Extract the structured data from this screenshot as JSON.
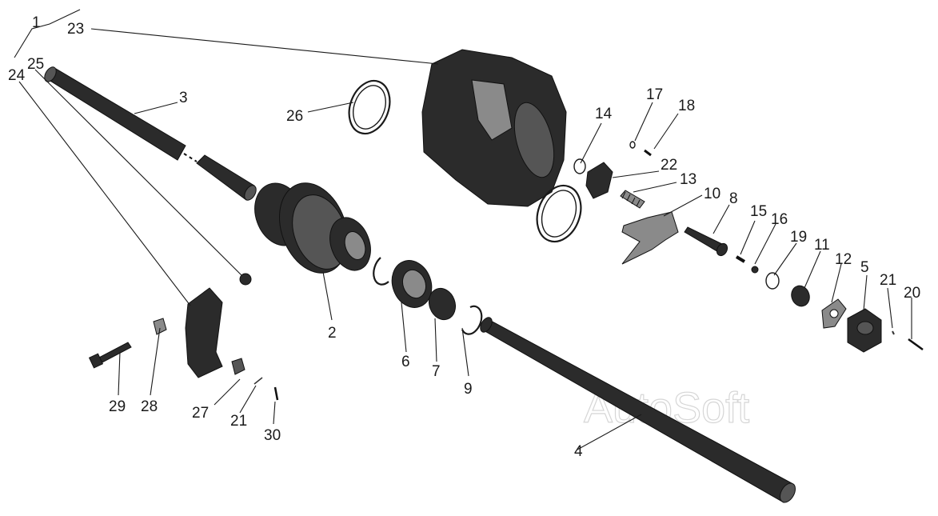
{
  "watermark": "AutoSoft",
  "callouts": {
    "c1": "1",
    "c2": "2",
    "c3": "3",
    "c4": "4",
    "c5": "5",
    "c6": "6",
    "c7": "7",
    "c8": "8",
    "c9": "9",
    "c10": "10",
    "c11": "11",
    "c12": "12",
    "c13": "13",
    "c14": "14",
    "c15": "15",
    "c16": "16",
    "c17": "17",
    "c18": "18",
    "c19": "19",
    "c20": "20",
    "c21a": "21",
    "c21b": "21",
    "c22": "22",
    "c23": "23",
    "c24": "24",
    "c25": "25",
    "c26": "26",
    "c27": "27",
    "c28": "28",
    "c29": "29",
    "c30": "30"
  }
}
